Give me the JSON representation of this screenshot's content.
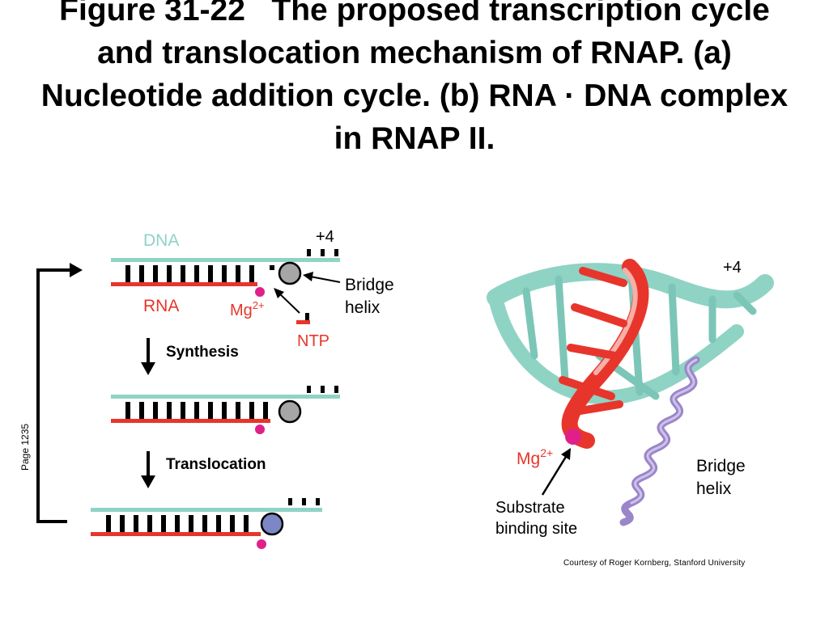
{
  "title": {
    "figure_label": "Figure 31-22",
    "caption": "The proposed transcription cycle and translocation mechanism of RNAP. (a) Nucleotide addition cycle. (b) RNA · DNA complex in RNAP II."
  },
  "side_note": "Page 1235",
  "panel_a": {
    "dna_label": "DNA",
    "rna_label": "RNA",
    "plus4_label": "+4",
    "bridge_label_1": "Bridge",
    "bridge_label_2": "helix",
    "mg_label": "Mg",
    "mg_sup": "2+",
    "ntp_label": "NTP",
    "synthesis_label": "Synthesis",
    "translocation_label": "Translocation"
  },
  "panel_b": {
    "plus4_label": "+4",
    "mg_label": "Mg",
    "mg_sup": "2+",
    "bridge_label_1": "Bridge",
    "bridge_label_2": "helix",
    "site_label_1": "Substrate",
    "site_label_2": "binding site"
  },
  "credit": "Courtesy of Roger Kornberg, Stanford University",
  "colors": {
    "dna": "#8fd3c5",
    "rna": "#e8352b",
    "magnesium": "#e0208a",
    "bridge_gray": "#a6a6a6",
    "bridge_blue": "#7b86c4",
    "helix_purple": "#9a86c8"
  }
}
